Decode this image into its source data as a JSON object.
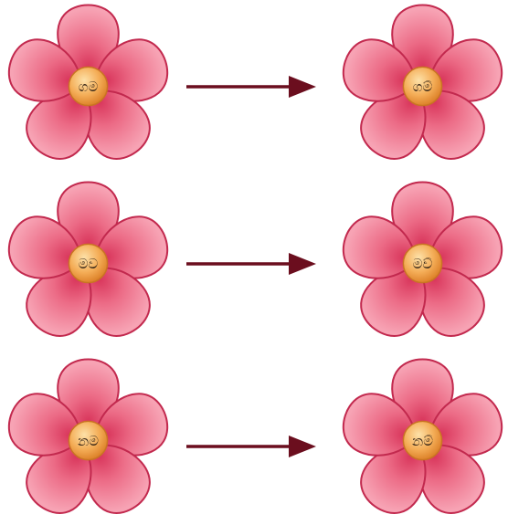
{
  "pairs": [
    {
      "from": "ගම",
      "to": "ගම්"
    },
    {
      "from": "මව",
      "to": "මව්"
    },
    {
      "from": "නම",
      "to": "නම්"
    }
  ],
  "colors": {
    "petal_light": "#f48aa0",
    "petal_dark": "#d8345a",
    "petal_outline": "#c2294e",
    "center_light": "#f9c27a",
    "center_dark": "#e08a2c",
    "arrow": "#6b0e1e"
  },
  "icons": [
    "flower-icon",
    "arrow-right-icon"
  ]
}
